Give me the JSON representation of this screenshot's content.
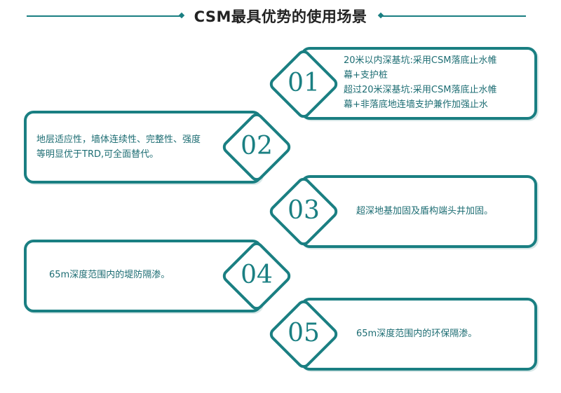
{
  "header": {
    "title": "CSM最具优势的使用场景"
  },
  "items": [
    {
      "num": "01",
      "lines": [
        "20米以内深基坑:采用CSM落底止水帷",
        "幕+支护桩",
        "超过20米深基坑:采用CSM落底止水帷",
        "幕+非落底地连墙支护兼作加强止水"
      ]
    },
    {
      "num": "02",
      "lines": [
        "地层适应性，墙体连续性、完整性、强度",
        "等明显优于TRD,可全面替代。"
      ]
    },
    {
      "num": "03",
      "lines": [
        "超深地基加固及盾构端头井加固。"
      ]
    },
    {
      "num": "04",
      "lines": [
        "65m深度范围内的堤防隔渗。"
      ]
    },
    {
      "num": "05",
      "lines": [
        "65m深度范围内的环保隔渗。"
      ]
    }
  ],
  "colors": {
    "accent": "#1a7f82",
    "text": "#1d6d73"
  }
}
